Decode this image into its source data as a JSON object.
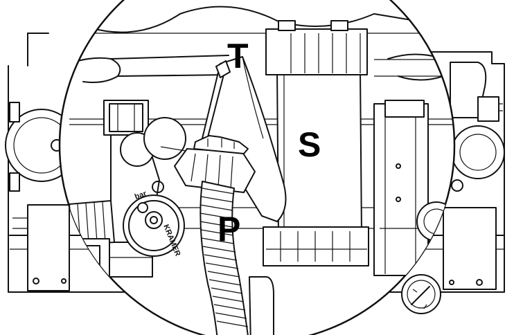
{
  "labels": {
    "t": "T",
    "s": "S",
    "p": "P"
  },
  "gauge": {
    "brand": "KRAMER",
    "unit": "bar"
  }
}
